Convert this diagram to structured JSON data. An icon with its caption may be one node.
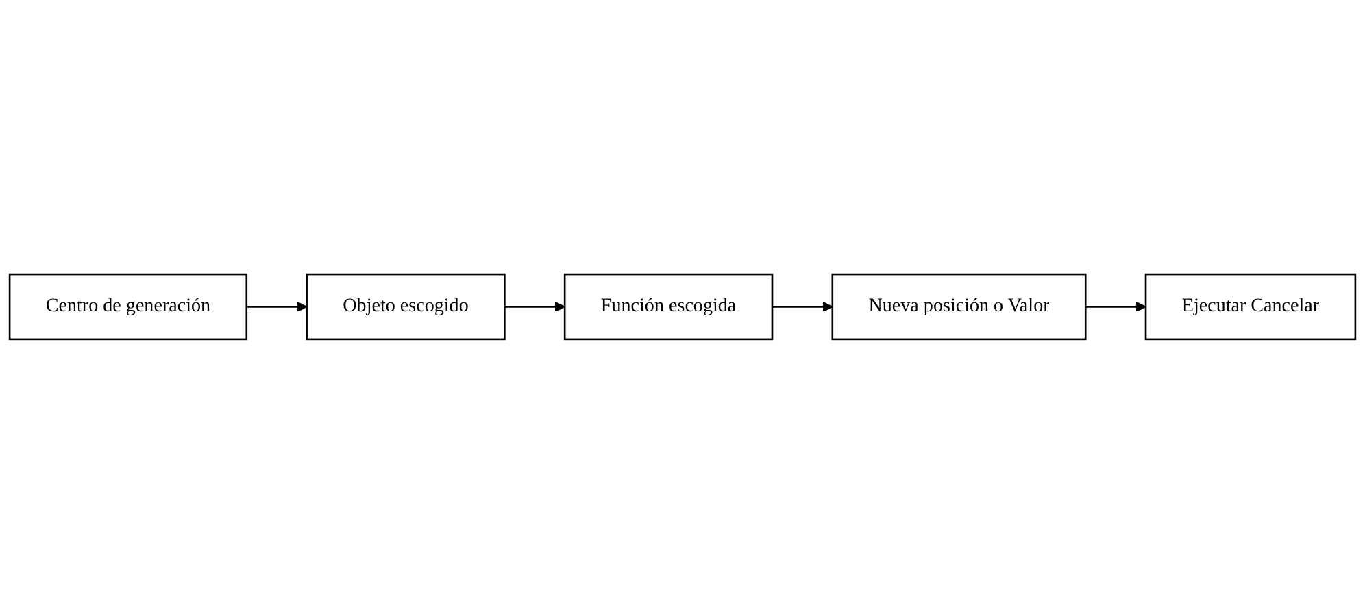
{
  "diagram": {
    "nodes": [
      {
        "text": [
          "Centro de generación"
        ]
      },
      {
        "text": [
          "Objeto escogido"
        ]
      },
      {
        "text": [
          "Función escogida"
        ]
      },
      {
        "text": [
          "Nueva posición o Valor"
        ]
      },
      {
        "text": [
          "Ejecutar Cancelar"
        ]
      }
    ],
    "edges": [
      {
        "from": 0,
        "to": 1,
        "arrow": "to"
      },
      {
        "from": 1,
        "to": 2,
        "arrow": "to"
      },
      {
        "from": 2,
        "to": 3,
        "arrow": "to"
      },
      {
        "from": 3,
        "to": 4,
        "arrow": "to"
      }
    ]
  }
}
